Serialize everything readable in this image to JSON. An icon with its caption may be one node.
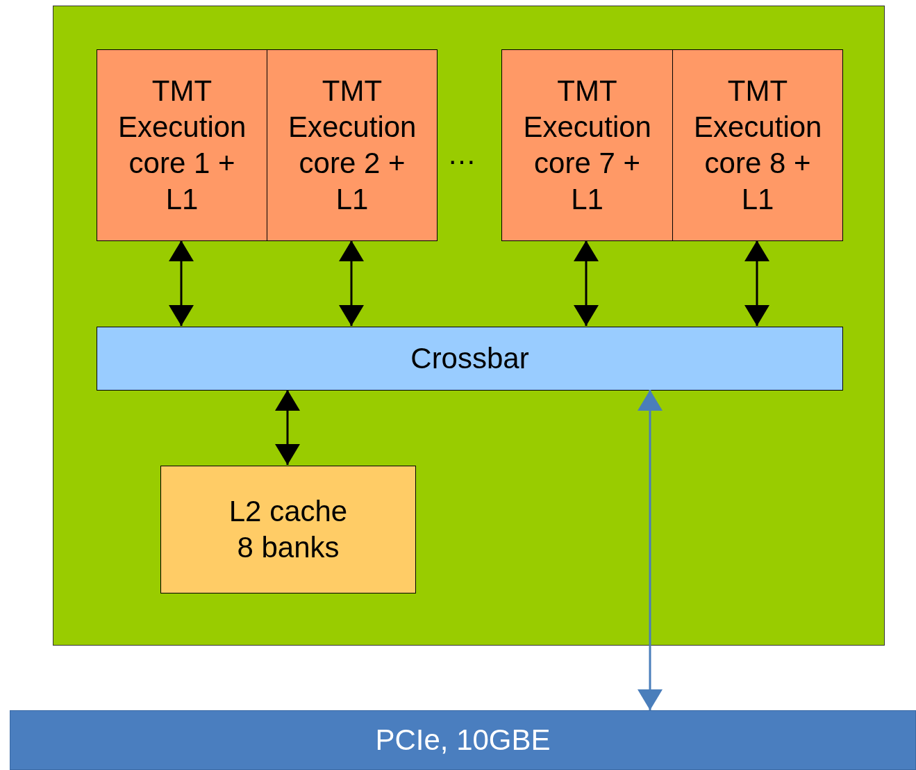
{
  "diagram": {
    "nodes": [
      {
        "text": [],
        "shape": "box"
      },
      {
        "text": [
          "TMT Execution core 1 + L1"
        ],
        "in": 0
      },
      {
        "text": [
          "TMT Execution core 2 + L1"
        ],
        "in": 0
      },
      {
        "text": [
          "TMT Execution core 7 + L1"
        ],
        "in": 0
      },
      {
        "text": [
          "TMT Execution core 8 + L1"
        ],
        "in": 0
      },
      {
        "text": [
          "Crossbar"
        ],
        "in": 0
      },
      {
        "text": [
          "L2 cache 8 banks"
        ],
        "in": 0
      },
      {
        "text": [
          "PCIe, 10GBE"
        ]
      }
    ],
    "edges": [
      {
        "from": 1,
        "to": 5,
        "arrow": "both"
      },
      {
        "from": 2,
        "to": 5,
        "arrow": "both"
      },
      {
        "from": 3,
        "to": 5,
        "arrow": "both"
      },
      {
        "from": 4,
        "to": 5,
        "arrow": "both"
      },
      {
        "from": 5,
        "to": 6,
        "arrow": "both"
      },
      {
        "from": 7,
        "to": 5,
        "arrow": "both",
        "color": "#4a7ebb"
      }
    ],
    "labels": [
      "…"
    ]
  }
}
